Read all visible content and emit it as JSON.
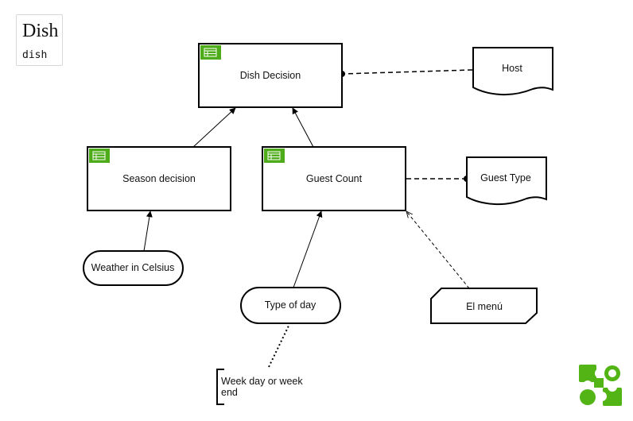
{
  "model": {
    "title": "Dish",
    "id": "dish"
  },
  "decisions": {
    "dish_decision": "Dish Decision",
    "season_decision": "Season decision",
    "guest_count": "Guest Count"
  },
  "inputs": {
    "weather": "Weather in Celsius",
    "type_of_day": "Type of day"
  },
  "knowledge_sources": {
    "host": "Host",
    "guest_type": "Guest Type"
  },
  "bkm": {
    "el_menu": "El menú"
  },
  "annotation": {
    "line1": "Week day or week",
    "line2": "end"
  },
  "colors": {
    "decision_icon": "#4eab19",
    "logo": "#52b415"
  },
  "icons": {
    "decision_table": "table-icon",
    "logo": "bpmn-io-logo"
  }
}
